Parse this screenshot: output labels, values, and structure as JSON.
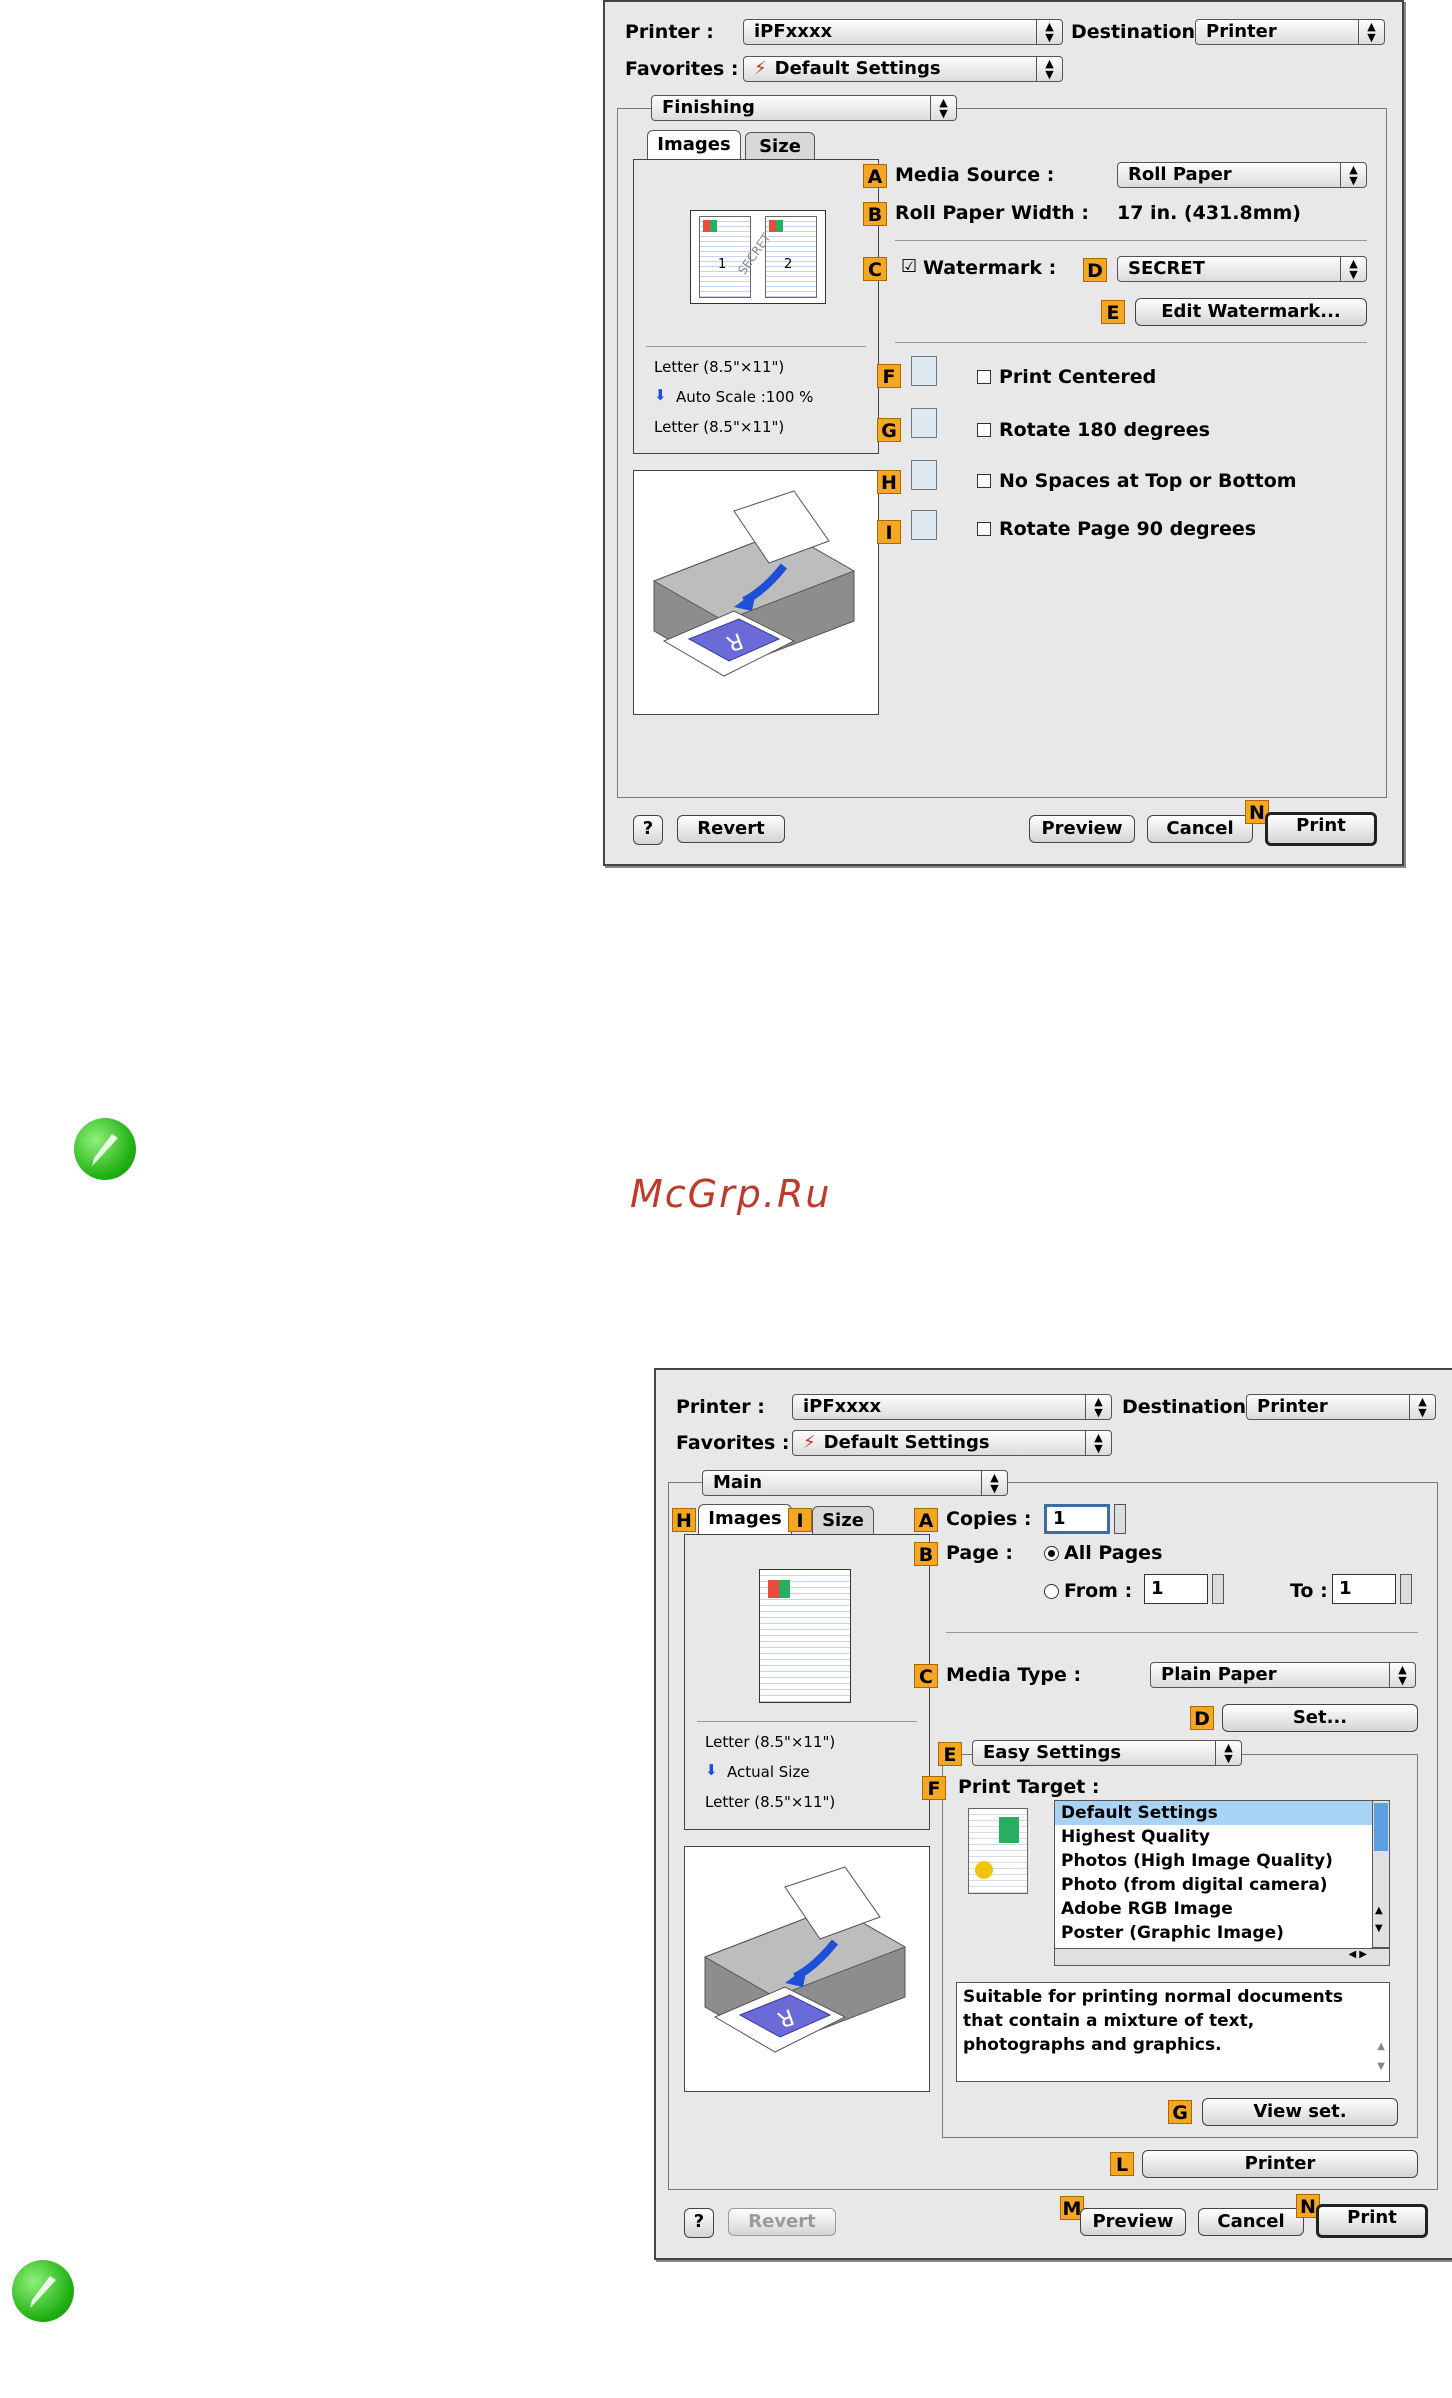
{
  "dialog1": {
    "printer_label": "Printer :",
    "printer_value": "iPFxxxx",
    "destination_label": "Destination :",
    "destination_value": "Printer",
    "favorites_label": "Favorites :",
    "favorites_value": "Default Settings",
    "panel_value": "Finishing",
    "tabs": [
      "Images",
      "Size"
    ],
    "preview": {
      "line1": "Letter (8.5\"×11\")",
      "line2": "Auto Scale :100 %",
      "line3": "Letter (8.5\"×11\")",
      "page1": "1",
      "page2": "2",
      "watermark_text": "SECRET"
    },
    "media_source_label": "Media Source :",
    "media_source_value": "Roll Paper",
    "roll_width_label": "Roll Paper Width :",
    "roll_width_value": "17 in. (431.8mm)",
    "watermark_label": "Watermark :",
    "watermark_checked": "☑",
    "watermark_value": "SECRET",
    "edit_watermark_label": "Edit Watermark...",
    "print_centered_label": "Print Centered",
    "rotate180_label": "Rotate 180 degrees",
    "no_spaces_label": "No Spaces at Top or Bottom",
    "rotate90_label": "Rotate Page 90 degrees",
    "help_label": "?",
    "revert_label": "Revert",
    "preview_label": "Preview",
    "cancel_label": "Cancel",
    "print_label": "Print",
    "badges": {
      "a": "A",
      "b": "B",
      "c": "C",
      "d": "D",
      "e": "E",
      "f": "F",
      "g": "G",
      "h": "H",
      "i": "I",
      "n": "N"
    }
  },
  "watermark_site": "McGrp.Ru",
  "dialog2": {
    "printer_label": "Printer :",
    "printer_value": "iPFxxxx",
    "destination_label": "Destination :",
    "destination_value": "Printer",
    "favorites_label": "Favorites :",
    "favorites_value": "Default Settings",
    "panel_value": "Main",
    "tabs": [
      "Images",
      "Size"
    ],
    "preview": {
      "line1": "Letter (8.5\"×11\")",
      "line2": "Actual Size",
      "line3": "Letter (8.5\"×11\")"
    },
    "copies_label": "Copies :",
    "copies_value": "1",
    "page_label": "Page :",
    "all_pages_label": "All Pages",
    "from_label": "From :",
    "from_value": "1",
    "to_label": "To :",
    "to_value": "1",
    "media_type_label": "Media Type :",
    "media_type_value": "Plain Paper",
    "set_label": "Set...",
    "mode_value": "Easy Settings",
    "print_target_label": "Print Target :",
    "print_targets": [
      "Default Settings",
      "Highest Quality",
      "Photos (High Image Quality)",
      "Photo (from digital camera)",
      "Adobe RGB Image",
      "Poster (Graphic Image)"
    ],
    "description": "Suitable for printing normal documents that contain a mixture of text, photographs and graphics.",
    "view_set_label": "View set.",
    "printer_button_label": "Printer",
    "help_label": "?",
    "revert_label": "Revert",
    "preview_label": "Preview",
    "cancel_label": "Cancel",
    "print_label": "Print",
    "badges": {
      "a": "A",
      "b": "B",
      "c": "C",
      "d": "D",
      "e": "E",
      "f": "F",
      "g": "G",
      "h": "H",
      "i": "I",
      "l": "L",
      "m": "M",
      "n": "N"
    }
  },
  "colors": {
    "badge": "#f5a623",
    "dialog_bg": "#e8e8e8",
    "selection": "#a9d3f5",
    "note_green": "#22b114",
    "watermark_red": "#c0392b"
  }
}
